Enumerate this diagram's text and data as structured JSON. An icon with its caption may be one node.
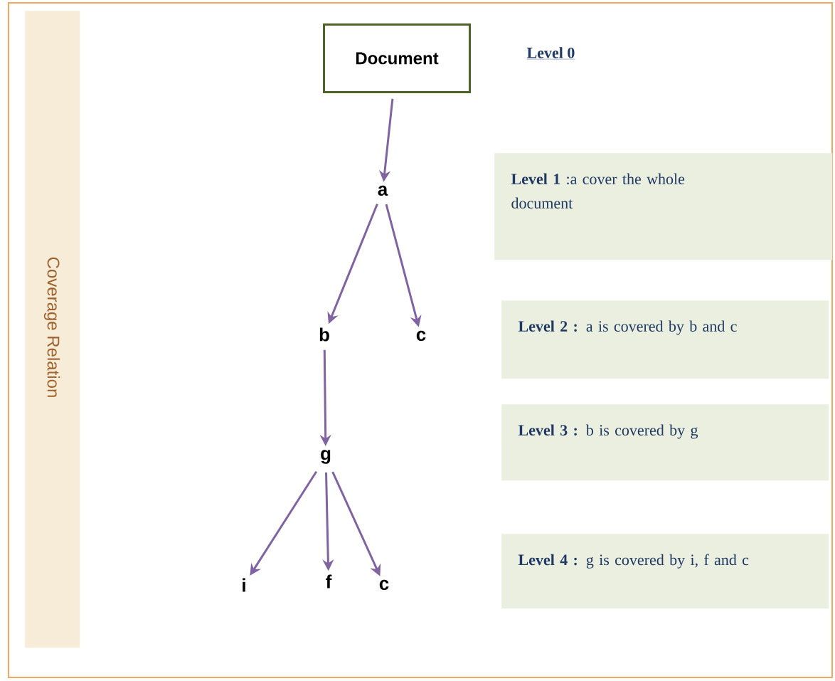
{
  "diagram": {
    "nodes": [
      {
        "text": [
          "Document"
        ]
      },
      {
        "text": [
          "a"
        ]
      },
      {
        "text": [
          "b"
        ]
      },
      {
        "text": [
          "c"
        ]
      },
      {
        "text": [
          "g"
        ]
      },
      {
        "text": [
          "i"
        ]
      },
      {
        "text": [
          "f"
        ]
      },
      {
        "text": [
          "c"
        ]
      },
      {
        "text": [
          "**Level 1** :a cover the whole document"
        ]
      },
      {
        "text": [
          "**Level 2 :** a is covered by b and c"
        ]
      },
      {
        "text": [
          "**Level 3 :** b is covered by g"
        ]
      },
      {
        "text": [
          "**Level 4 :** g is covered by i, f and c"
        ]
      },
      {
        "text": [
          "Coverage Relation"
        ]
      }
    ],
    "edges": [
      {
        "from": 0,
        "to": 1,
        "arrow": "to"
      },
      {
        "from": 1,
        "to": 2,
        "arrow": "to"
      },
      {
        "from": 1,
        "to": 3,
        "arrow": "to"
      },
      {
        "from": 2,
        "to": 4,
        "arrow": "to"
      },
      {
        "from": 4,
        "to": 5,
        "arrow": "to"
      },
      {
        "from": 4,
        "to": 6,
        "arrow": "to"
      },
      {
        "from": 4,
        "to": 7,
        "arrow": "to"
      }
    ],
    "labels": [
      "Level 0"
    ]
  }
}
